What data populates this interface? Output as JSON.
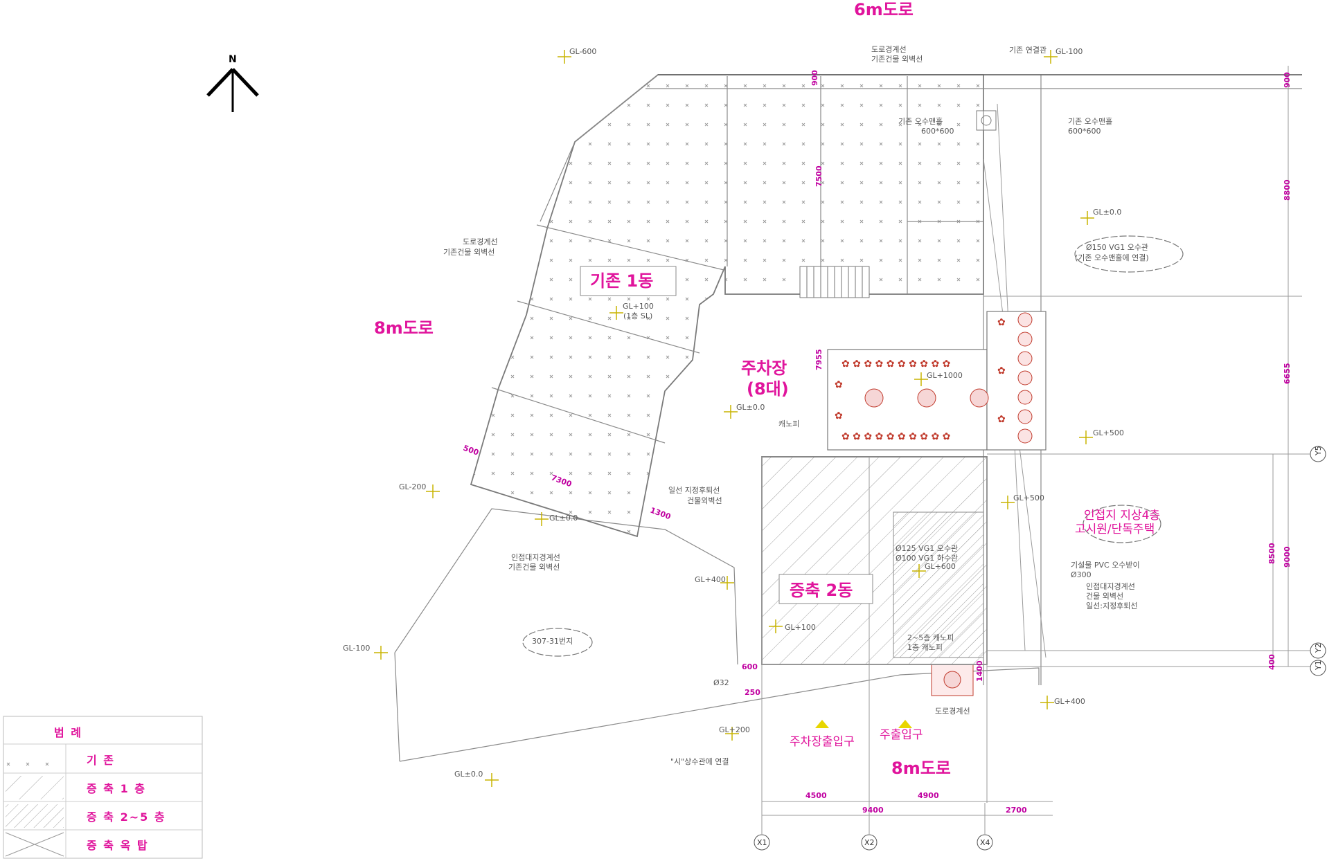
{
  "roads": {
    "north": "6m도로",
    "west": "8m도로",
    "south": "8m도로"
  },
  "buildings": {
    "existing": "기존 1동",
    "extension": "증축 2동",
    "parking_line1": "주차장",
    "parking_line2": "(8대)",
    "lot": "307-31번지"
  },
  "entrances": {
    "parking": "주차장출입구",
    "main": "주출입구"
  },
  "notes": {
    "road_boundary_n_1": "도로경계선",
    "road_boundary_n_2": "기존건물 외벽선",
    "road_boundary_w_1": "도로경계선",
    "road_boundary_w_2": "기존건물 외벽선",
    "existing_pipe_top": "기존 연결관",
    "manhole_in_1": "기존 오수맨홀",
    "manhole_in_2": "600*600",
    "manhole_out_1": "기존 오수맨홀",
    "manhole_out_2": "600*600",
    "pipe_cloud_1": "Ø150 VG1 오수관",
    "pipe_cloud_2": "(기존 오수맨홀에 연결)",
    "neighbor_cloud_1": "인접지 지상4층",
    "neighbor_cloud_2": "고시원/단독주택",
    "setback_1": "일선 지정후퇴선",
    "setback_2": "건물외벽선",
    "adjacent_boundary_1": "인접대지경계선",
    "adjacent_boundary_2": "기존건물 외벽선",
    "pipe_mid_1": "Ø125 VG1 오수관",
    "pipe_mid_2": "Ø100 VG1 하수관",
    "pvc_1": "기설물 PVC 오수받이",
    "pvc_2": "Ø300",
    "right_boundary_1": "인접대지경계선",
    "right_boundary_2": "건물 외벽선",
    "right_boundary_3": "일선:지정후퇴선",
    "canopy_label": "캐노피",
    "canopy_upper": "2~5층 캐노피",
    "canopy_lower": "1층 캐노피",
    "road_boundary_s": "도로경계선",
    "water_link": "\"시\"상수관에 연결",
    "existing_sl_1": "GL+100",
    "existing_sl_2": "(1층 SL)",
    "diam_32": "Ø32"
  },
  "gl_levels": {
    "top_left": "GL-600",
    "top_right": "GL-100",
    "right_1": "GL±0.0",
    "garden": "GL+1000",
    "parking": "GL±0.0",
    "right_2": "GL+500",
    "right_3": "GL+500",
    "left_1": "GL-200",
    "mid_1": "GL±0.0",
    "mid_2": "GL+400",
    "left_2": "GL-100",
    "bldg_1": "GL+100",
    "mid_3": "GL+600",
    "south_1": "GL+200",
    "right_4": "GL+400",
    "bottom_left": "GL±0.0"
  },
  "dimensions": {
    "top_900": "900",
    "v_7500": "7500",
    "v_7955": "7955",
    "d_500": "500",
    "d_7300": "7300",
    "d_1300": "1300",
    "r_900": "900",
    "r_8800": "8800",
    "r_6655": "6655",
    "r_8500": "8500",
    "r_9000": "9000",
    "r_400": "400",
    "b_4500": "4500",
    "b_9400": "9400",
    "b_4900": "4900",
    "b_2700": "2700",
    "s_600": "600",
    "s_250": "250",
    "s_1400": "1400"
  },
  "axes": {
    "x1": "X1",
    "x2": "X2",
    "x4": "X4",
    "y1": "Y1",
    "y2": "Y2",
    "y5": "Y5"
  },
  "compass": {
    "label": "N"
  },
  "legend": {
    "title": "범 례",
    "items": [
      {
        "label": "기 존",
        "pattern": "dots"
      },
      {
        "label": "증 축   1   층",
        "pattern": "hatch-fine"
      },
      {
        "label": "증 축   2~5 층",
        "pattern": "hatch-wide"
      },
      {
        "label": "증 축   옥   탑",
        "pattern": "cross"
      }
    ]
  },
  "colors": {
    "label_magenta": "#e0149c",
    "level_marker": "#c8b400",
    "plant_red": "#c0392b"
  }
}
